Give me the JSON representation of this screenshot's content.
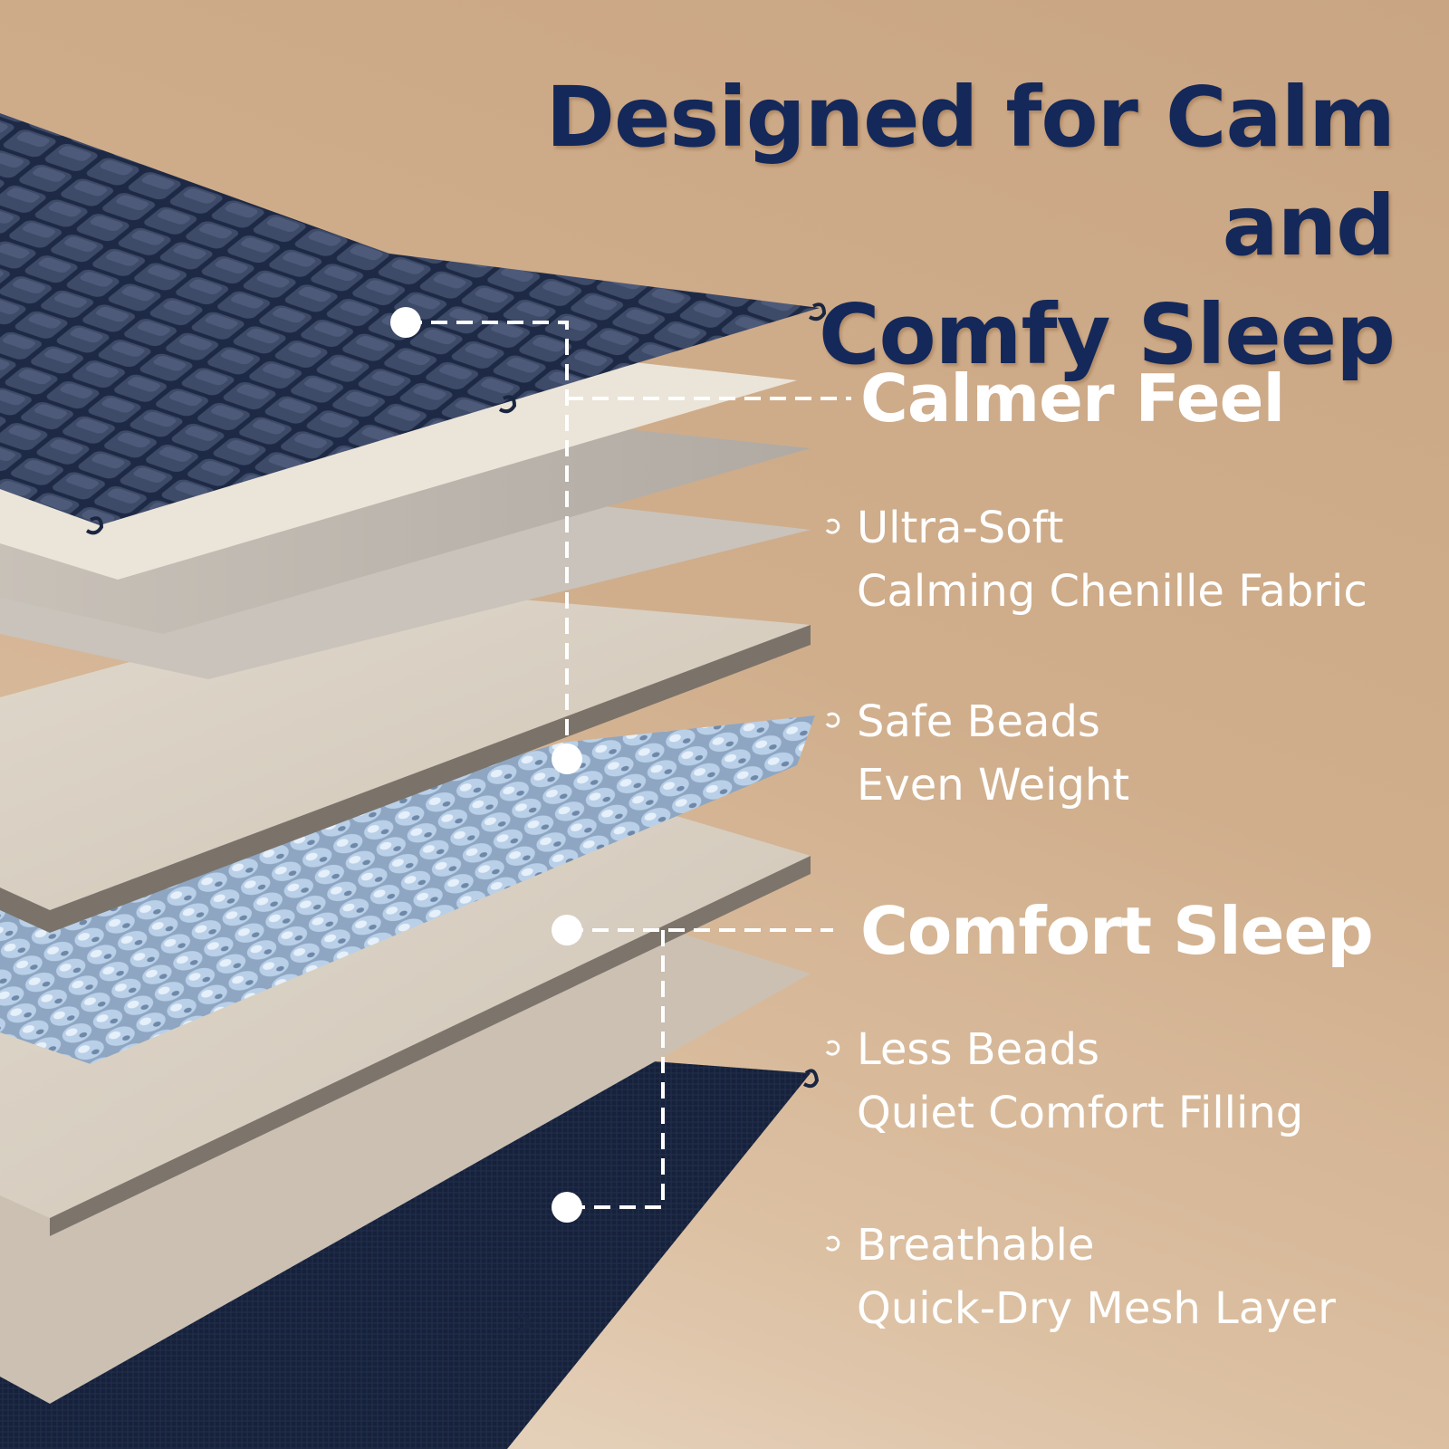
{
  "title": {
    "line1": "Designed for Calm and",
    "line2": "Comfy Sleep",
    "color": "#14285a"
  },
  "sections": [
    {
      "label": "Calmer Feel"
    },
    {
      "label": "Comfort Sleep"
    }
  ],
  "features": [
    {
      "icon": "loop-bullet-icon",
      "line1": "Ultra-Soft",
      "line2": "Calming Chenille Fabric"
    },
    {
      "icon": "loop-bullet-icon",
      "line1": "Safe Beads",
      "line2": "Even Weight"
    },
    {
      "icon": "loop-bullet-icon",
      "line1": "Less Beads",
      "line2": "Quiet Comfort Filling"
    },
    {
      "icon": "loop-bullet-icon",
      "line1": "Breathable",
      "line2": "Quick-Dry Mesh Layer"
    }
  ],
  "colors": {
    "background": "#cfac8a",
    "navy_fabric": "#283552",
    "fleece": "#ece6dc",
    "beads": "#a9c4e0",
    "text": "#ffffff"
  }
}
